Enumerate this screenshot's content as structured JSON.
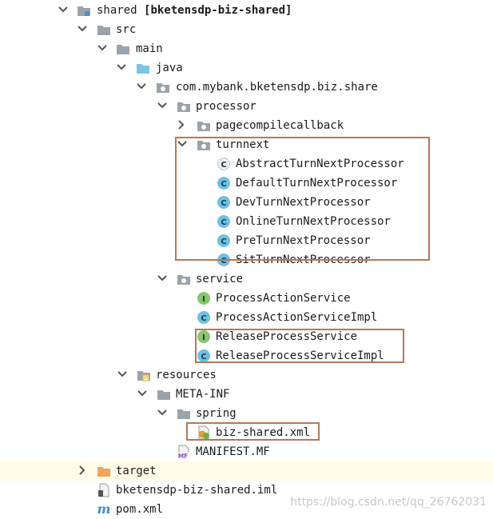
{
  "tree": {
    "project": {
      "name": "shared",
      "module": "[bketensdp-biz-shared]"
    },
    "src": "src",
    "main": "main",
    "java": "java",
    "package": "com.mybank.bketensdp.biz.share",
    "processor": "processor",
    "pagecompilecallback": "pagecompilecallback",
    "turnnext": "turnnext",
    "turnnext_classes": [
      "AbstractTurnNextProcessor",
      "DefaultTurnNextProcessor",
      "DevTurnNextProcessor",
      "OnlineTurnNextProcessor",
      "PreTurnNextProcessor",
      "SitTurnNextProcessor"
    ],
    "service": "service",
    "service_items": [
      "ProcessActionService",
      "ProcessActionServiceImpl",
      "ReleaseProcessService",
      "ReleaseProcessServiceImpl"
    ],
    "resources": "resources",
    "meta_inf": "META-INF",
    "spring": "spring",
    "biz_shared_xml": "biz-shared.xml",
    "manifest": "MANIFEST.MF",
    "target": "target",
    "iml": "bketensdp-biz-shared.iml",
    "pom": "pom.xml"
  },
  "icon_badges": {
    "class": "C",
    "interface": "I",
    "manifest": "MF",
    "maven": "m"
  },
  "colors": {
    "highlight_border": "#b6775a",
    "folder": "#9aa3ab",
    "source_folder": "#7cc4e4",
    "target_folder": "#f0a35c",
    "class_icon": "#6fc0e3",
    "interface_icon": "#86c66e",
    "selected_row": "#fffbe6"
  },
  "watermark": "https://blog.csdn.net/qq_26762031"
}
